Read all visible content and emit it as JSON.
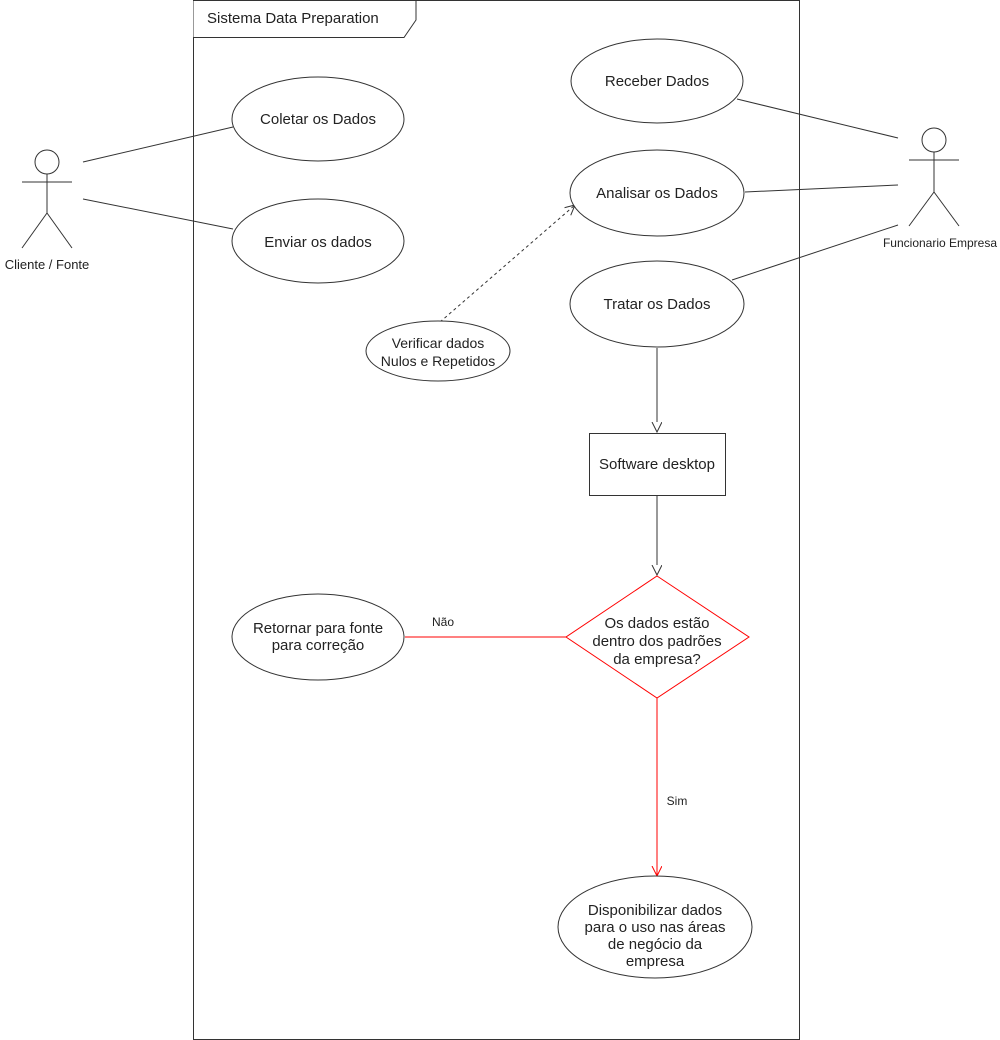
{
  "system": {
    "title": "Sistema Data Preparation"
  },
  "actors": {
    "client": {
      "label": "Cliente / Fonte"
    },
    "employee": {
      "label": "Funcionario Empresa"
    }
  },
  "use_cases": {
    "coletar": {
      "label": "Coletar os Dados"
    },
    "enviar": {
      "label": "Enviar os dados"
    },
    "receber": {
      "label": "Receber Dados"
    },
    "analisar": {
      "label": "Analisar os Dados"
    },
    "tratar": {
      "label": "Tratar os Dados"
    },
    "verificar": {
      "lines": [
        "Verificar dados",
        "Nulos e Repetidos"
      ]
    },
    "retornar": {
      "lines": [
        "Retornar para fonte",
        "para correção"
      ]
    },
    "disponibilizar": {
      "lines": [
        "Disponibilizar dados",
        "para o uso nas áreas",
        "de negócio da",
        "empresa"
      ]
    }
  },
  "software": {
    "label": "Software desktop"
  },
  "decision": {
    "lines": [
      "Os dados estão",
      "dentro dos padrões",
      "da empresa?"
    ]
  },
  "edges": {
    "no_label": "Não",
    "yes_label": "Sim"
  },
  "colors": {
    "decision": "#ff0000",
    "stroke": "#333333"
  }
}
